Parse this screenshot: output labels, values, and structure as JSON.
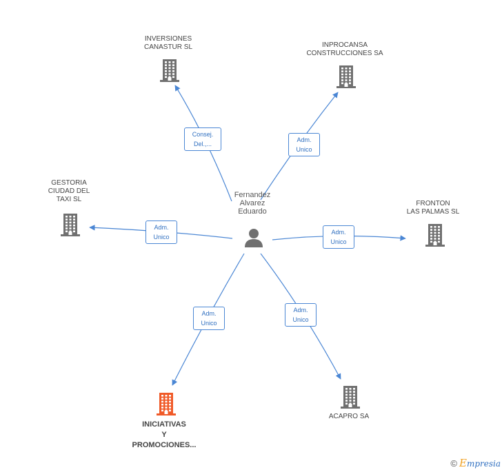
{
  "colors": {
    "edge": "#4a86d4",
    "building": "#707070",
    "building_highlight": "#f05a28",
    "person": "#707070"
  },
  "center": {
    "name_lines": [
      "Fernandez",
      "Alvarez",
      "Eduardo"
    ],
    "icon": "person-icon"
  },
  "companies": [
    {
      "id": "inversiones",
      "lines": [
        "INVERSIONES",
        "CANASTUR SL"
      ],
      "highlight": false,
      "role": [
        "Consej.",
        "Del.,..."
      ]
    },
    {
      "id": "inprocansa",
      "lines": [
        "INPROCANSA",
        "CONSTRUCCIONES SA"
      ],
      "highlight": false,
      "role": [
        "Adm.",
        "Unico"
      ]
    },
    {
      "id": "gestoria",
      "lines": [
        "GESTORIA",
        "CIUDAD DEL",
        "TAXI  SL"
      ],
      "highlight": false,
      "role": [
        "Adm.",
        "Unico"
      ]
    },
    {
      "id": "fronton",
      "lines": [
        "FRONTON",
        "LAS PALMAS SL"
      ],
      "highlight": false,
      "role": [
        "Adm.",
        "Unico"
      ]
    },
    {
      "id": "iniciativas",
      "lines": [
        "INICIATIVAS",
        "Y",
        "PROMOCIONES..."
      ],
      "highlight": true,
      "role": [
        "Adm.",
        "Unico"
      ]
    },
    {
      "id": "acapro",
      "lines": [
        "ACAPRO SA"
      ],
      "highlight": false,
      "role": [
        "Adm.",
        "Unico"
      ]
    }
  ],
  "footer": {
    "copyright": "©",
    "brand_initial": "E",
    "brand_rest": "mpresia"
  }
}
